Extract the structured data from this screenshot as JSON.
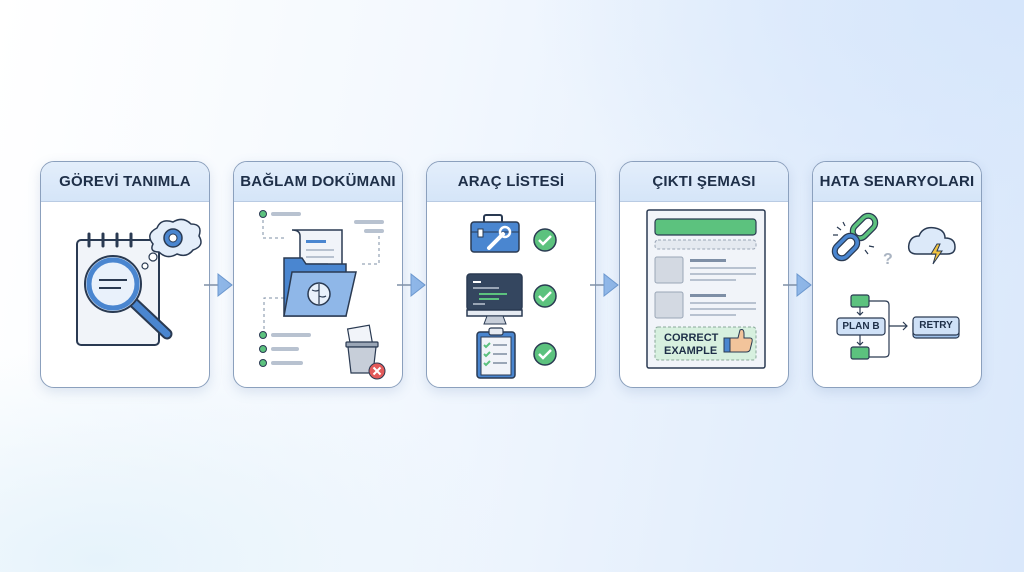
{
  "diagram": {
    "steps": [
      {
        "title": "GÖREVİ TANIMLA",
        "icons": [
          "notepad-icon",
          "magnifier-icon",
          "thought-gear-icon"
        ]
      },
      {
        "title": "BAĞLAM DOKÜMANI",
        "icons": [
          "document-icon",
          "brain-folder-icon",
          "trash-icon"
        ]
      },
      {
        "title": "ARAÇ LİSTESİ",
        "icons": [
          "toolbox-icon",
          "monitor-code-icon",
          "clipboard-checklist-icon"
        ]
      },
      {
        "title": "ÇIKTI ŞEMASI",
        "example_label_line1": "CORRECT",
        "example_label_line2": "EXAMPLE",
        "icons": [
          "schema-document-icon",
          "thumbs-up-icon"
        ]
      },
      {
        "title": "HATA SENARYOLARI",
        "plan_b_label": "PLAN B",
        "retry_label": "RETRY",
        "question_mark": "?",
        "icons": [
          "broken-link-icon",
          "storm-cloud-icon",
          "flowchart-icon"
        ]
      }
    ],
    "colors": {
      "accent_blue": "#4a86d0",
      "light_blue": "#cfe1f7",
      "green": "#5cc27e",
      "dark_outline": "#2a3a52",
      "header_bg": "#dbe8f9"
    }
  }
}
